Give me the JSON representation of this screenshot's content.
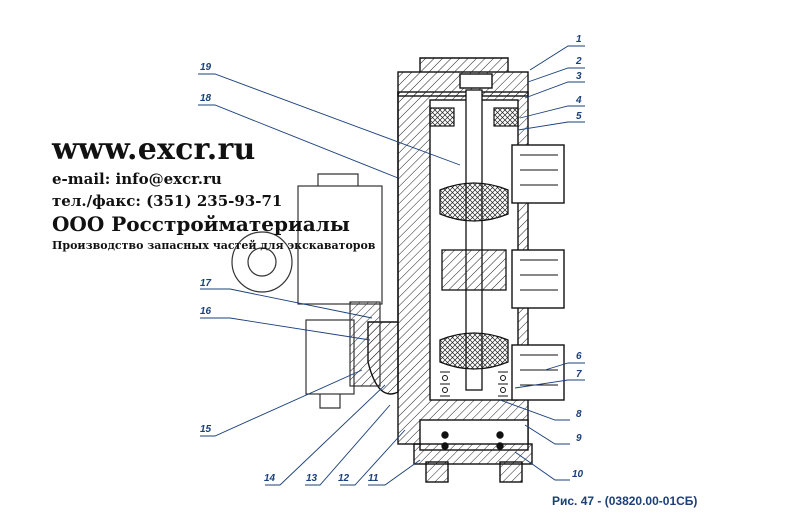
{
  "watermark": {
    "site": "www.excr.ru",
    "email": "e-mail: info@excr.ru",
    "phone": "тел./факс: (351) 235-93-71",
    "company": "ООО Росстройматериалы",
    "description": "Производство запасных частей для экскаваторов"
  },
  "caption": "Рис. 47 - (03820.00-01СБ)",
  "callouts": [
    "1",
    "2",
    "3",
    "4",
    "5",
    "6",
    "7",
    "8",
    "9",
    "10",
    "11",
    "12",
    "13",
    "14",
    "15",
    "16",
    "17",
    "18",
    "19"
  ],
  "colors": {
    "ink": "#1a1a1a",
    "callout": "#1a3f7a"
  }
}
